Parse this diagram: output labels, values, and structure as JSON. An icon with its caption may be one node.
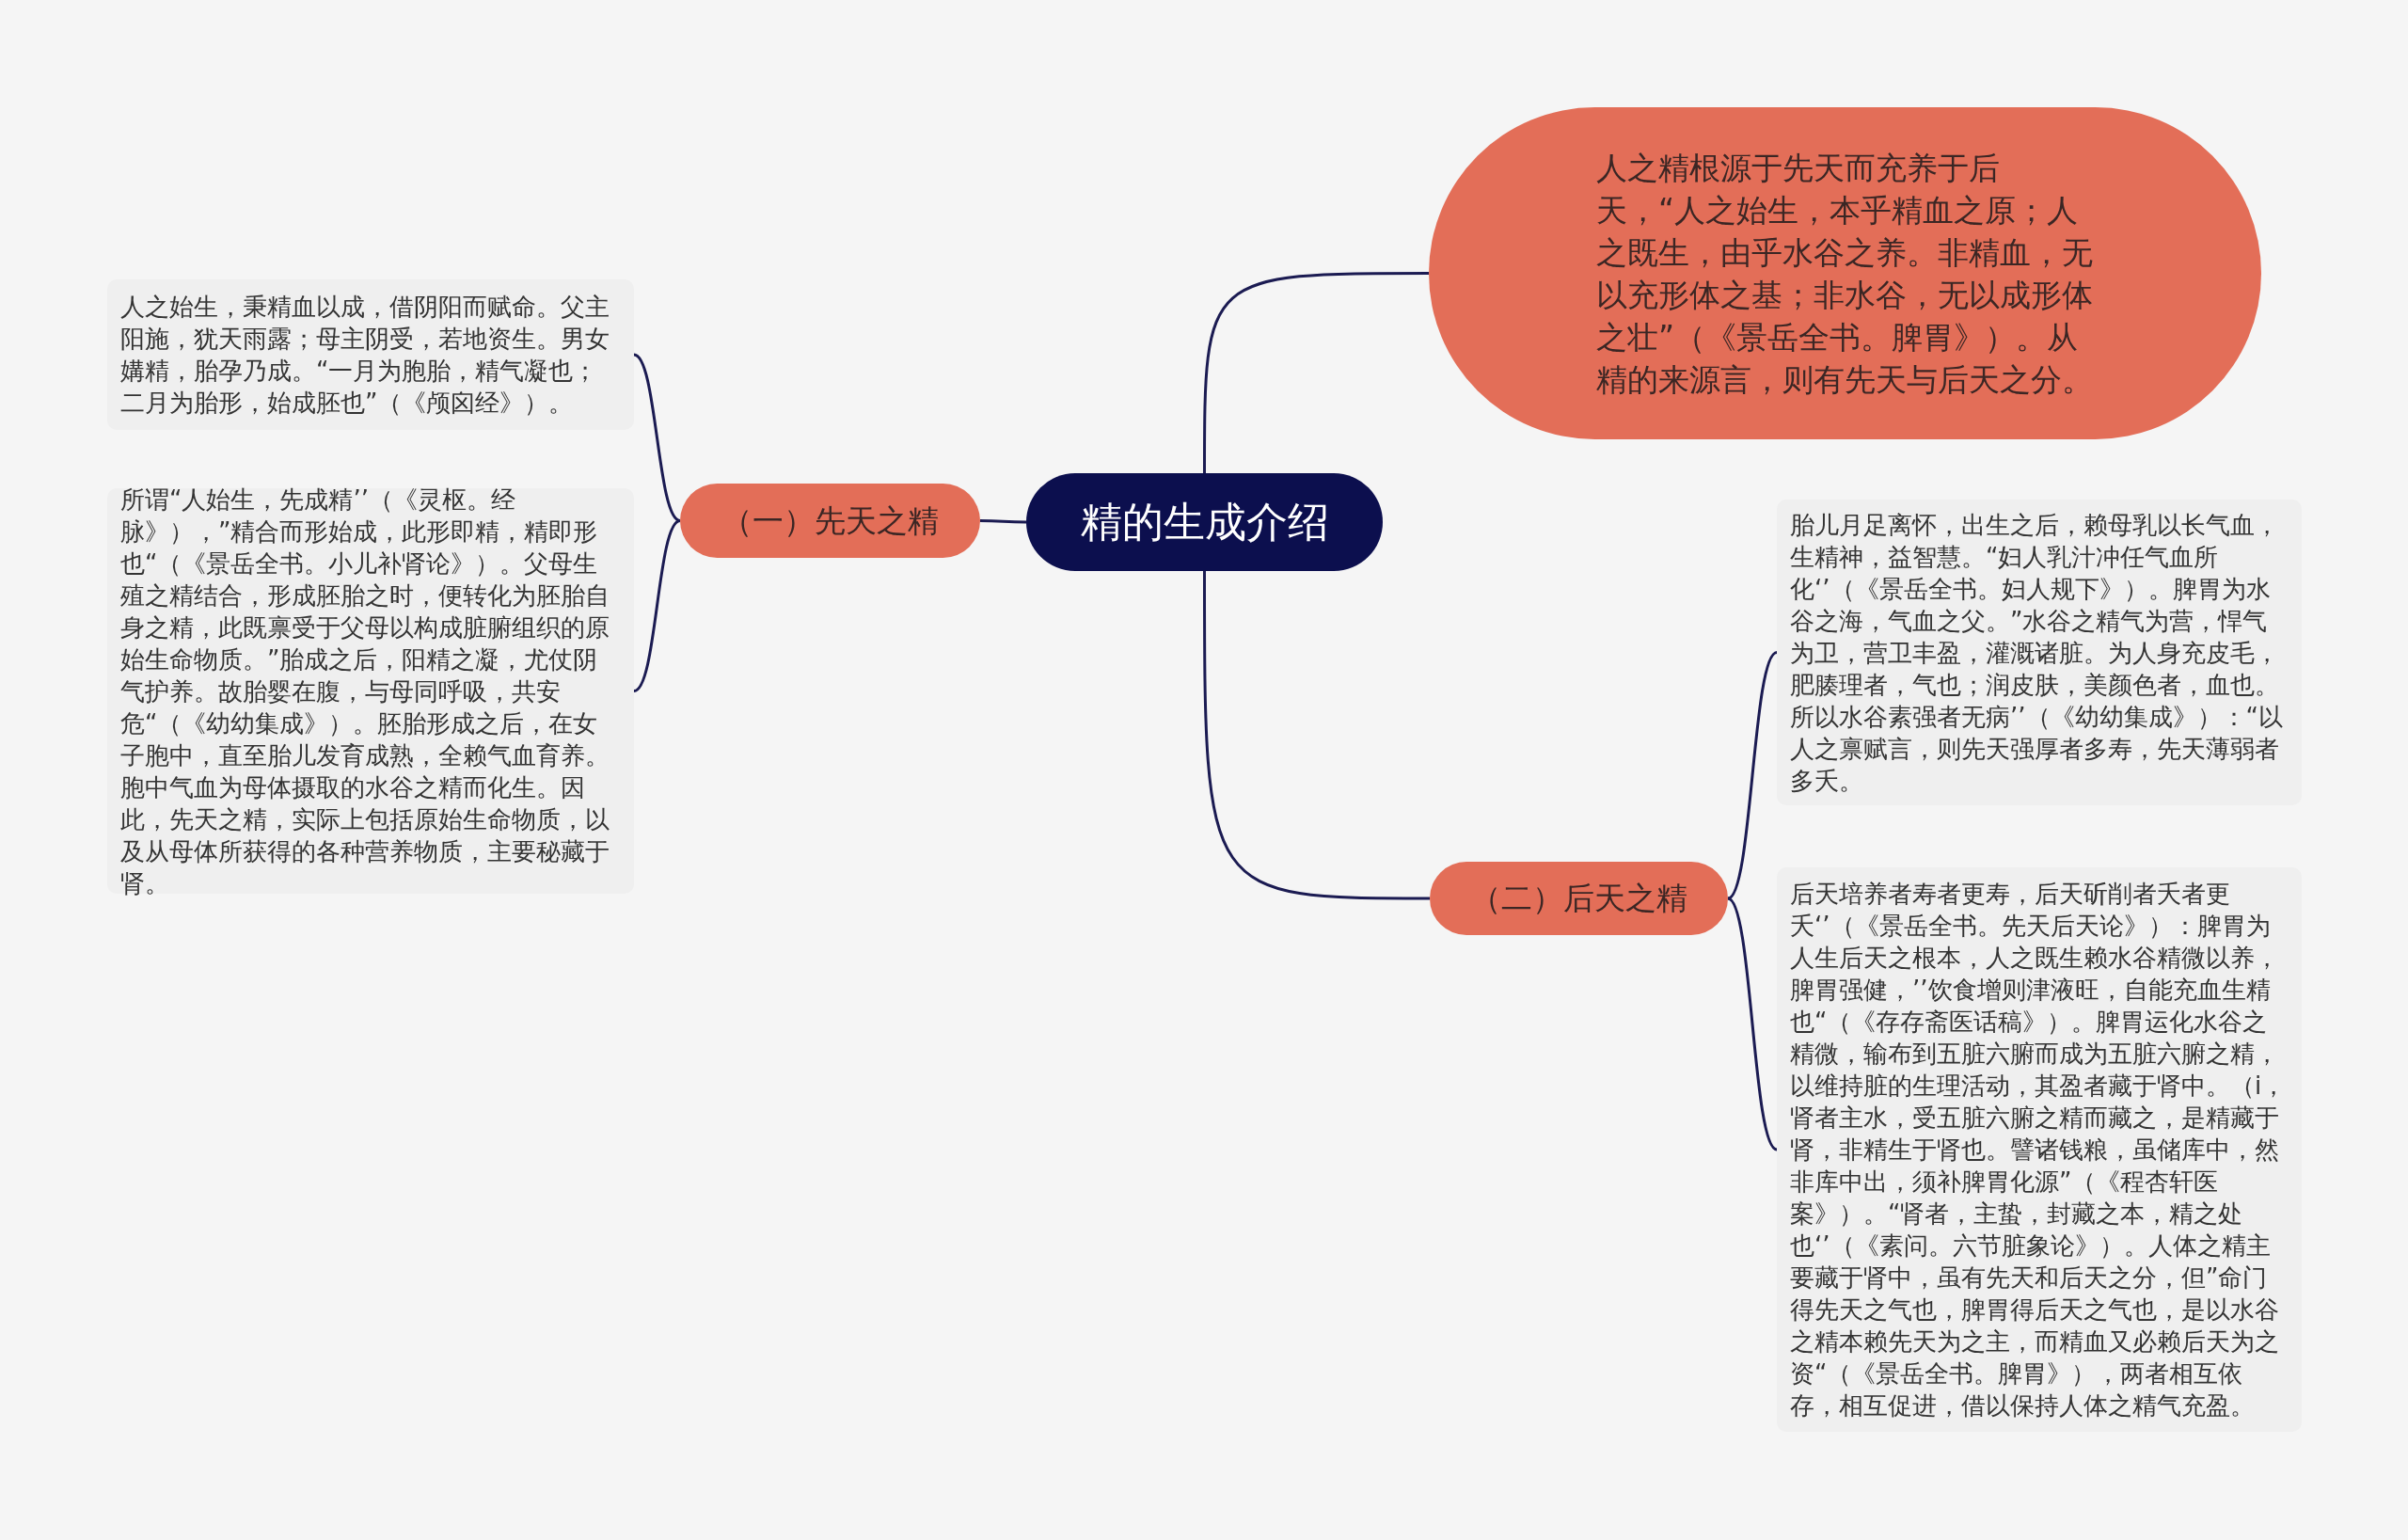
{
  "diagram": {
    "nodes": [
      {
        "text": [
          "精的生成介绍"
        ]
      },
      {
        "text": [
          "人之精根源于先天而充养于后天，“人之始生，本乎精血之原；人之既生，由乎水谷之养。非精血，无以充形体之基；非水谷，无以成形体之壮”（《景岳全书。脾胃》）。从精的来源言，则有先天与后天之分。"
        ]
      },
      {
        "text": [
          "（一）先天之精"
        ]
      },
      {
        "text": [
          "（二）后天之精"
        ]
      },
      {
        "text": [
          "人之始生，秉精血以成，借阴阳而赋命。父主阳施，犹天雨露；母主阴受，若地资生。男女媾精，胎孕乃成。“一月为胞胎，精气凝也；二月为胎形，始成胚也”（《颅囟经》）。"
        ]
      },
      {
        "text": [
          "所谓“人始生，先成精’’（《灵枢。经脉》），”精合而形始成，此形即精，精即形也“（《景岳全书。小儿补肾论》）。父母生殖之精结合，形成胚胎之时，便转化为胚胎自身之精，此既禀受于父母以构成脏腑组织的原始生命物质。”胎成之后，阳精之凝，尤仗阴气护养。故胎婴在腹，与母同呼吸，共安危“（《幼幼集成》）。胚胎形成之后，在女子胞中，直至胎儿发育成熟，全赖气血育养。胞中气血为母体摄取的水谷之精而化生。因此，先天之精，实际上包括原始生命物质，以及从母体所获得的各种营养物质，主要秘藏于肾。"
        ]
      },
      {
        "text": [
          "胎儿月足离怀，出生之后，赖母乳以长气血，生精神，益智慧。“妇人乳汁冲任气血所化‘’（《景岳全书。妇人规下》）。脾胃为水谷之海，气血之父。”水谷之精气为营，悍气为卫，营卫丰盈，灌溉诸脏。为人身充皮毛，肥腠理者，气也；润皮肤，美颜色者，血也。所以水谷素强者无病’’（《幼幼集成》）：“以人之禀赋言，则先天强厚者多寿，先天薄弱者多夭。"
        ]
      },
      {
        "text": [
          "后天培养者寿者更寿，后天斫削者夭者更夭‘’（《景岳全书。先天后天论》）：脾胃为人生后天之根本，人之既生赖水谷精微以养，脾胃强健，’’饮食增则津液旺，自能充血生精也“（《存存斋医话稿》）。脾胃运化水谷之精微，输布到五脏六腑而成为五脏六腑之精，以维持脏的生理活动，其盈者藏于肾中。（i，肾者主水，受五脏六腑之精而藏之，是精藏于肾，非精生于肾也。譬诸钱粮，虽储库中，然非库中出，须补脾胃化源”（《程杏轩医案》）。“肾者，主蛰，封藏之本，精之处也‘’（《素问。六节脏象论》）。人体之精主要藏于肾中，虽有先天和后天之分，但”命门得先天之气也，脾胃得后天之气也，是以水谷之精本赖先天为之主，而精血又必赖后天为之资“（《景岳全书。脾胃》），两者相互依存，相互促进，借以保持人体之精气充盈。"
        ]
      }
    ],
    "edges": [
      {
        "from": 0,
        "to": 1,
        "arrow": "none"
      },
      {
        "from": 0,
        "to": 2,
        "arrow": "none"
      },
      {
        "from": 0,
        "to": 3,
        "arrow": "none"
      },
      {
        "from": 2,
        "to": 4,
        "arrow": "none"
      },
      {
        "from": 2,
        "to": 5,
        "arrow": "none"
      },
      {
        "from": 3,
        "to": 6,
        "arrow": "none"
      },
      {
        "from": 3,
        "to": 7,
        "arrow": "none"
      }
    ]
  }
}
